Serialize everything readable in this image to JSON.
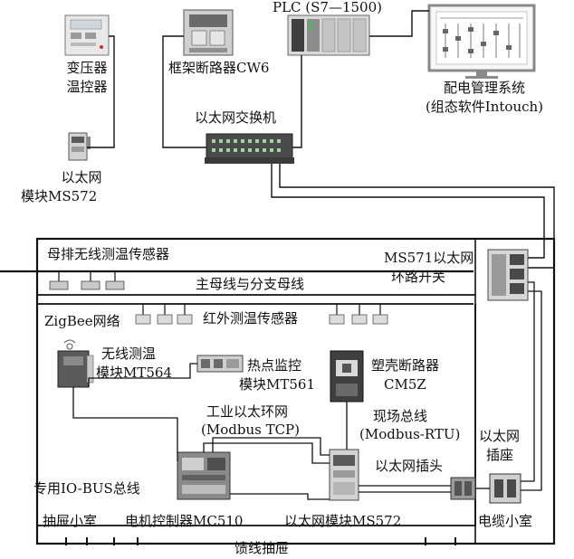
{
  "labels": {
    "plc": "PLC (S7—1500)",
    "transformer_line1": "变压器",
    "transformer_line2": "温控器",
    "breaker_cw6": "框架断路器CW6",
    "mgmt_line1": "配电管理系统",
    "mgmt_line2": "(组态软件Intouch)",
    "ethernet_switch": "以太网交换机",
    "eth_module_top_line1": "以太网",
    "eth_module_top_line2": "模块MS572",
    "busbar_wireless": "母排无线测温传感器",
    "ms571_line1": "MS571以太网",
    "ms571_line2": "环路开关",
    "main_bus": "主母线与分支母线",
    "zigbee": "ZigBee网络",
    "infrared": "红外测温传感器",
    "mt564_line1": "无线测温",
    "mt564_line2": "模块MT564",
    "mt561_line1": "热点监控",
    "mt561_line2": "模块MT561",
    "cm5z_line1": "塑壳断路器",
    "cm5z_line2": "CM5Z",
    "industrial_line1": "工业以太环网",
    "industrial_line2": "(Modbus TCP)",
    "fieldbus_line1": "现场总线",
    "fieldbus_line2": "(Modbus-RTU)",
    "socket_line1": "以太网",
    "socket_line2": "插座",
    "plug": "以太网插头",
    "iobus": "专用IO-BUS总线",
    "drawer_room": "抽屉小室",
    "mc510": "电机控制器MC510",
    "eth_module_bottom": "以太网模块MS572",
    "cable_room": "电缆小室",
    "feeder_drawer": "馈线抽屉"
  },
  "colors": {
    "line": "#111111",
    "device_light": "#e6e6e6",
    "device_mid": "#b9b9b9",
    "device_dark": "#4a4a4a",
    "screen_border": "#8a8a8a",
    "led_green": "#3fbf4f"
  }
}
